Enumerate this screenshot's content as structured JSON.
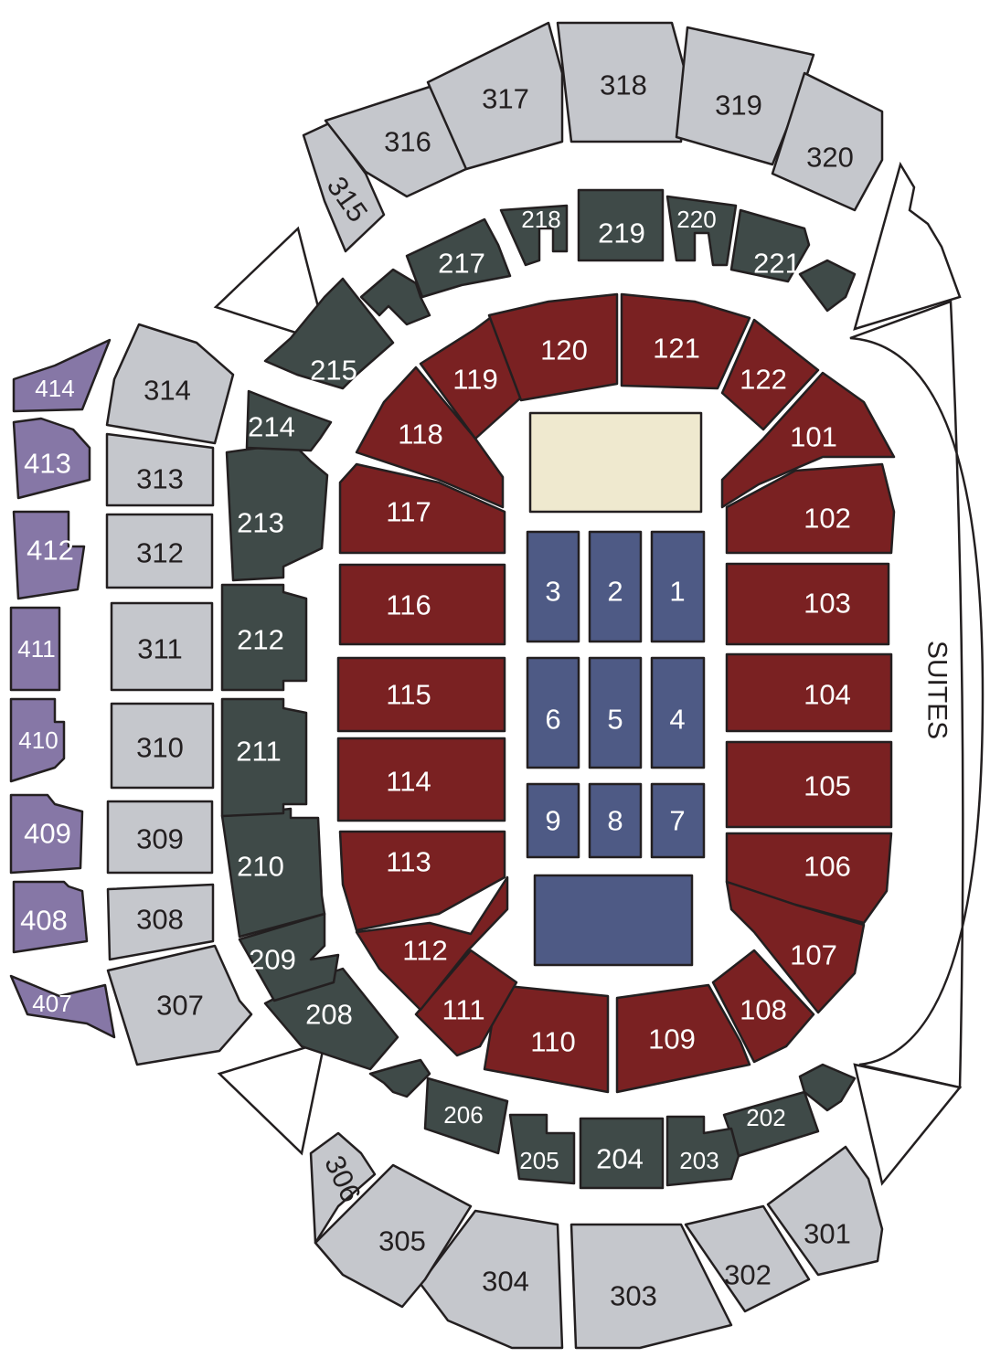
{
  "colors": {
    "floor": "#4e5a85",
    "lower_100": "#7a2122",
    "club_200": "#3f4a48",
    "upper_300": "#c5c7cc",
    "top_400": "#8677a6",
    "stage": "#efe9cf",
    "outline": "#231f20"
  },
  "suites_label": "SUITES",
  "floor": [
    "1",
    "2",
    "3",
    "4",
    "5",
    "6",
    "7",
    "8",
    "9"
  ],
  "lower": [
    "101",
    "102",
    "103",
    "104",
    "105",
    "106",
    "107",
    "108",
    "109",
    "110",
    "111",
    "112",
    "113",
    "114",
    "115",
    "116",
    "117",
    "118",
    "119",
    "120",
    "121",
    "122"
  ],
  "club": [
    "202",
    "203",
    "204",
    "205",
    "206",
    "208",
    "209",
    "210",
    "211",
    "212",
    "213",
    "214",
    "215",
    "217",
    "218",
    "219",
    "220",
    "221"
  ],
  "upper": [
    "301",
    "302",
    "303",
    "304",
    "305",
    "306",
    "307",
    "308",
    "309",
    "310",
    "311",
    "312",
    "313",
    "314",
    "315",
    "316",
    "317",
    "318",
    "319",
    "320"
  ],
  "top": [
    "407",
    "408",
    "409",
    "410",
    "411",
    "412",
    "413",
    "414"
  ]
}
